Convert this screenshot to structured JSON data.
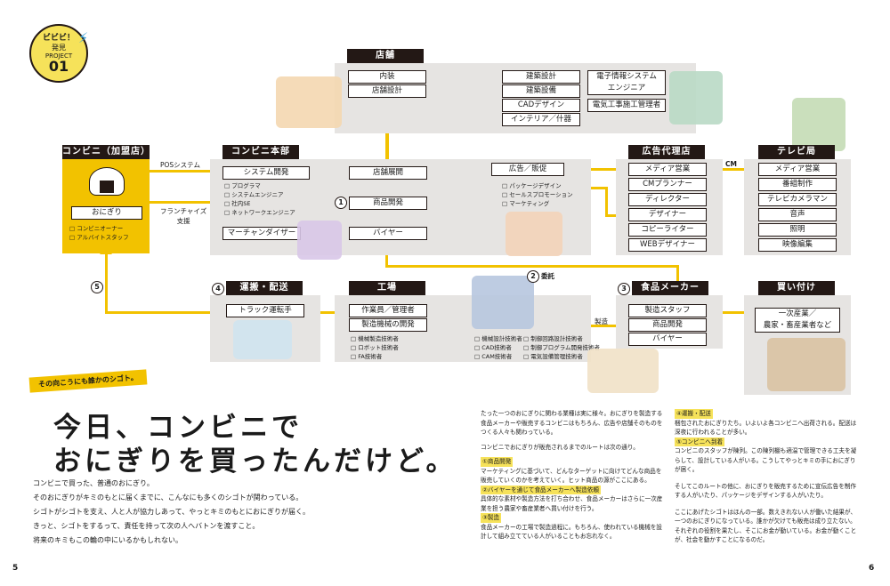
{
  "badge": {
    "line1": "ビビビ！",
    "line2": "発見",
    "line3": "PROJECT",
    "num": "01"
  },
  "tenpo": {
    "title": "店舗",
    "left": [
      "内装",
      "店舗設計"
    ],
    "mid": [
      "建築設計",
      "建築設備",
      "CADデザイン",
      "インテリア／什器"
    ],
    "right": [
      "電子情報システム\nエンジニア",
      "電気工事施工管理者"
    ]
  },
  "conbini": {
    "title": "コンビニ（加盟店）",
    "item": "おにぎり",
    "staff": [
      "コンビニオーナー",
      "アルバイトスタッフ"
    ]
  },
  "honbu": {
    "title": "コンビニ本部",
    "system": "システム開発",
    "system_staff": [
      "プログラマ",
      "システムエンジニア",
      "社内SE",
      "ネットワークエンジニア"
    ],
    "merch": "マーチャンダイザー",
    "tenpo_tenkai": "店舗展開",
    "shohin": "商品開発",
    "buyer": "バイヤー",
    "koukoku": "広告／販促",
    "koukoku_staff": [
      "パッケージデザイン",
      "セールスプロモーション",
      "マーケティング"
    ]
  },
  "links": {
    "pos": "POSシステム",
    "franchise": "フランチャイズ\n支援",
    "cm": "CM",
    "itaku": "委託",
    "seizo": "製造"
  },
  "markers": {
    "m1": "1",
    "m2": "2",
    "m3": "3",
    "m4": "4",
    "m5": "5"
  },
  "agency": {
    "title": "広告代理店",
    "items": [
      "メディア営業",
      "CMプランナー",
      "ディレクター",
      "デザイナー",
      "コピーライター",
      "WEBデザイナー"
    ]
  },
  "tv": {
    "title": "テレビ局",
    "items": [
      "メディア営業",
      "番組制作",
      "テレビカメラマン",
      "音声",
      "照明",
      "映像編集"
    ]
  },
  "unpan": {
    "title": "運搬・配送",
    "item": "トラック運転手"
  },
  "kojo": {
    "title": "工場",
    "items": [
      "作業員／管理者",
      "製造機械の開発"
    ],
    "staff": [
      "機械製造技術者",
      "ロボット技術者",
      "FA技術者"
    ],
    "staff2": [
      "機械設計技術者",
      "CAD技術者",
      "CAM技術者"
    ],
    "staff3": [
      "制御回路設計技術者",
      "制御プログラム開発技術者",
      "電気設備管理技術者"
    ]
  },
  "food": {
    "title": "食品メーカー",
    "items": [
      "製造スタッフ",
      "商品開発",
      "バイヤー"
    ]
  },
  "kaitsuke": {
    "title": "買い付け",
    "item": "一次産業／\n農家・畜産業者など"
  },
  "banner": "その向こうにも誰かのシゴト。",
  "headline": [
    "今日、コンビニで",
    "おにぎりを買ったんだけど。"
  ],
  "intro": [
    "コンビニで買った、普通のおにぎり。",
    "そのおにぎりがキミのもとに届くまでに、こんなにも多くのシゴトが関わっている。",
    "シゴトがシゴトを支え、人と人が協力しあって、やっとキミのもとにおにぎりが届く。",
    "きっと、シゴトをするって、責任を持って次の人へバトンを渡すこと。",
    "将来のキミもこの輪の中にいるかもしれない。"
  ],
  "col1": {
    "p1": "たった一つのおにぎりに関わる業種は実に様々。おにぎりを製造する食品メーカーや販売するコンビニはもちろん、広告や店舗そのものをつくる人々も関わっている。",
    "p2": "コンビニでおにぎりが販売されるまでのルートは次の通り。",
    "h1": "①商品開発",
    "t1": "マーケティングに基づいて、どんなターゲットに向けてどんな商品を販売していくのかを考えていく。ヒット商品の源がここにある。",
    "h2": "②バイヤーを通じて食品メーカーへ製造依頼",
    "t2": "具体的な素材や製造方法を打ち合わせ、食品メーカーはさらに一次産業を担う農家や畜産業者へ買い付けを行う。",
    "h3": "③製造",
    "t3": "食品メーカーの工場で製造過程に。もちろん、使われている機械を設計して組み立てている人がいることもお忘れなく。"
  },
  "col2": {
    "h4": "④運搬・配送",
    "t4": "梱包されたおにぎりたち。いよいよ各コンビニへ出荷される。配送は深夜に行われることが多い。",
    "h5": "⑤コンビニへ到着",
    "t5": "コンビニのスタッフが陳列。この陳列棚も適温で管理できる工夫を凝らして、設計している人がいる。こうしてやっとキミの手におにぎりが届く。",
    "p6": "そしてこのルートの他に、おにぎりを販売するために宣伝広告を制作する人がいたり、パッケージをデザインする人がいたり。",
    "p7": "ここにあげたシゴトはほんの一部。数えきれない人が働いた結果が、一つのおにぎりになっている。誰かが欠けても販売は成り立たない。それぞれの役割を果たし、そこにお金が動いている。お金が動くことが、社会を動かすことになるのだ。"
  },
  "pages": {
    "left": "5",
    "right": "6"
  },
  "colors": {
    "yellow": "#f2c200",
    "dark": "#231815",
    "panel": "#e6e4e2",
    "highlight": "#f6e25a"
  }
}
